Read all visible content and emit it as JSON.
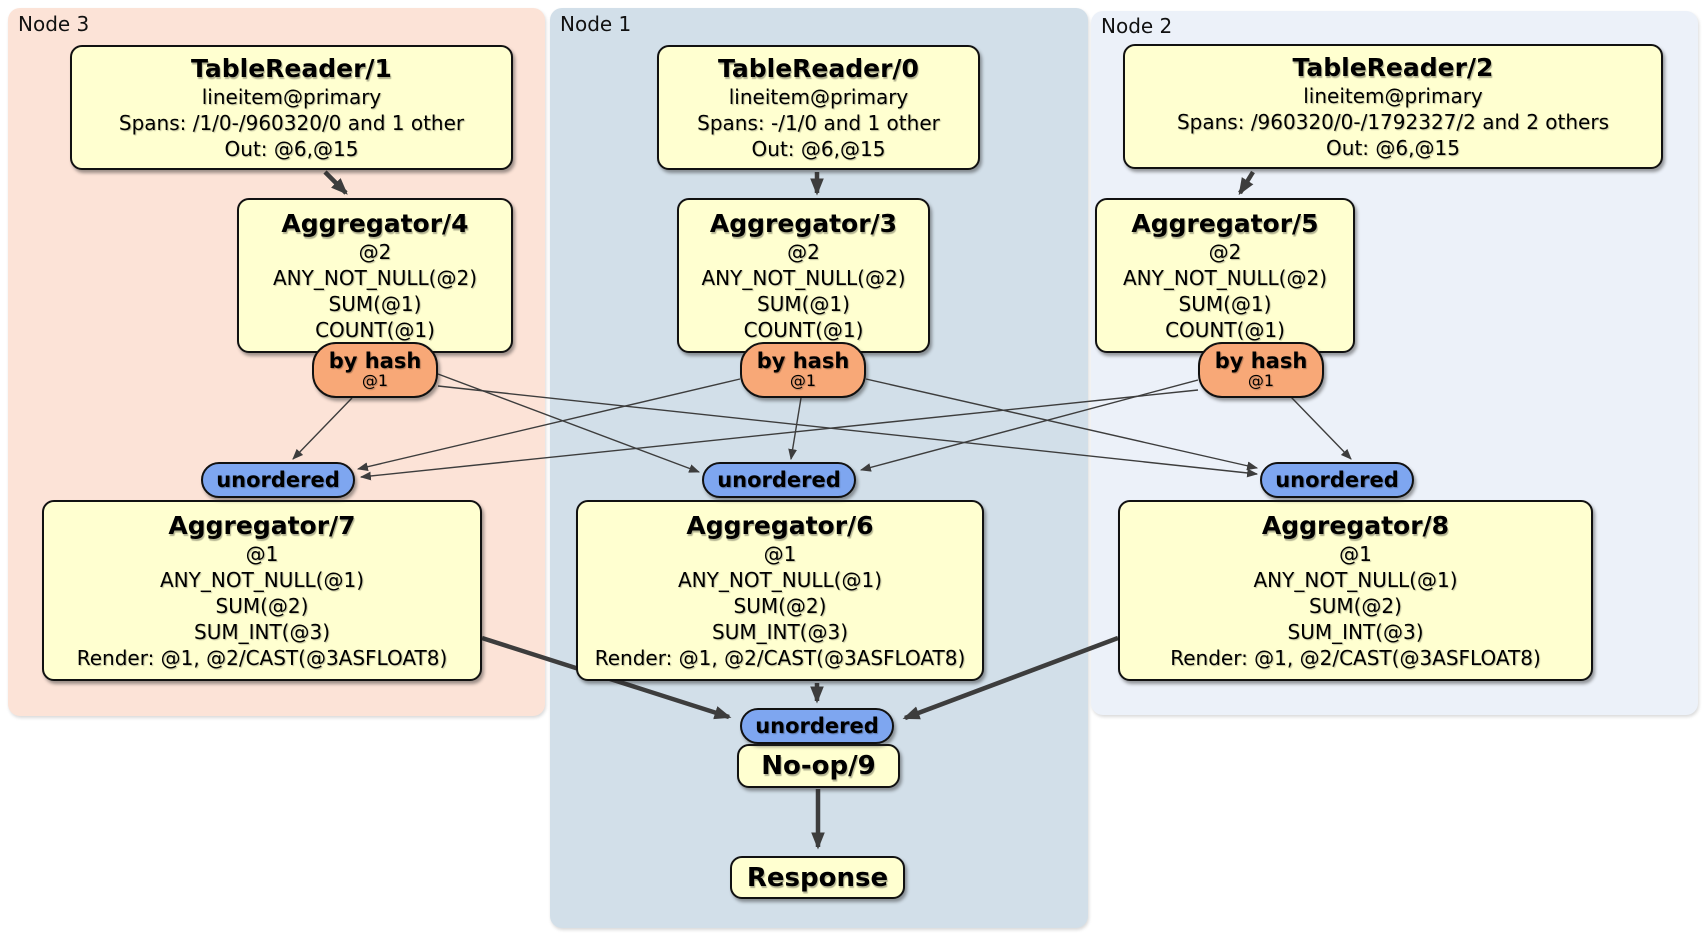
{
  "regions": {
    "node3": "Node 3",
    "node1": "Node 1",
    "node2": "Node 2"
  },
  "processors": {
    "tablereader1": {
      "title": "TableReader/1",
      "lines": [
        "lineitem@primary",
        "Spans: /1/0-/960320/0 and 1 other",
        "Out: @6,@15"
      ]
    },
    "tablereader0": {
      "title": "TableReader/0",
      "lines": [
        "lineitem@primary",
        "Spans: -/1/0 and 1 other",
        "Out: @6,@15"
      ]
    },
    "tablereader2": {
      "title": "TableReader/2",
      "lines": [
        "lineitem@primary",
        "Spans: /960320/0-/1792327/2 and 2 others",
        "Out: @6,@15"
      ]
    },
    "aggregator4": {
      "title": "Aggregator/4",
      "lines": [
        "@2",
        "ANY_NOT_NULL(@2)",
        "SUM(@1)",
        "COUNT(@1)"
      ]
    },
    "aggregator3": {
      "title": "Aggregator/3",
      "lines": [
        "@2",
        "ANY_NOT_NULL(@2)",
        "SUM(@1)",
        "COUNT(@1)"
      ]
    },
    "aggregator5": {
      "title": "Aggregator/5",
      "lines": [
        "@2",
        "ANY_NOT_NULL(@2)",
        "SUM(@1)",
        "COUNT(@1)"
      ]
    },
    "aggregator7": {
      "title": "Aggregator/7",
      "lines": [
        "@1",
        "ANY_NOT_NULL(@1)",
        "SUM(@2)",
        "SUM_INT(@3)",
        "Render: @1, @2/CAST(@3ASFLOAT8)"
      ]
    },
    "aggregator6": {
      "title": "Aggregator/6",
      "lines": [
        "@1",
        "ANY_NOT_NULL(@1)",
        "SUM(@2)",
        "SUM_INT(@3)",
        "Render: @1, @2/CAST(@3ASFLOAT8)"
      ]
    },
    "aggregator8": {
      "title": "Aggregator/8",
      "lines": [
        "@1",
        "ANY_NOT_NULL(@1)",
        "SUM(@2)",
        "SUM_INT(@3)",
        "Render: @1, @2/CAST(@3ASFLOAT8)"
      ]
    },
    "noop": {
      "title": "No-op/9"
    },
    "response": {
      "title": "Response"
    }
  },
  "routers": {
    "hash_label": "by hash",
    "hash_detail": "@1",
    "unordered_label": "unordered"
  },
  "colors": {
    "node3_bg": "#fce3d7",
    "node1_bg": "#d2dfe9",
    "node2_bg": "#ecf1f9",
    "processor_bg": "#ffffd0",
    "hash_router_bg": "#f8a877",
    "unordered_router_bg": "#7ea6f0",
    "edge": "#3d3d3d"
  }
}
